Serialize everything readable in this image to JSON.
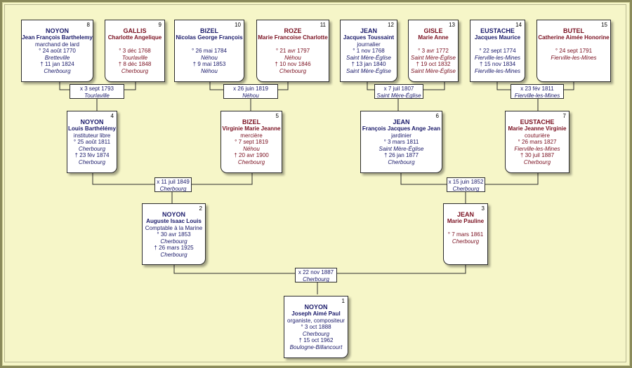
{
  "persons": {
    "p1": {
      "num": "1",
      "surname": "NOYON",
      "given": "Joseph Aimé Paul",
      "occ": "organiste, compositeur",
      "birth": "° 3 oct 1888",
      "bplace": "Cherbourg",
      "death": "† 15 oct 1962",
      "dplace": "Boulogne-Billancourt"
    },
    "p2": {
      "num": "2",
      "surname": "NOYON",
      "given": "Auguste Isaac Louis",
      "occ": "Comptable à la Marine",
      "birth": "° 30 avr 1853",
      "bplace": "Cherbourg",
      "death": "† 26 mars 1925",
      "dplace": "Cherbourg"
    },
    "p3": {
      "num": "3",
      "surname": "JEAN",
      "given": "Marie Pauline",
      "birth": "° 7 mars 1861",
      "bplace": "Cherbourg"
    },
    "p4": {
      "num": "4",
      "surname": "NOYON",
      "given": "Louis Barthélémy",
      "occ": "instituteur libre",
      "birth": "° 25 août 1811",
      "bplace": "Cherbourg",
      "death": "† 23 fév 1874",
      "dplace": "Cherbourg"
    },
    "p5": {
      "num": "5",
      "surname": "BIZEL",
      "given": "Virginie Marie Jeanne",
      "occ": "mercière",
      "birth": "° 7 sept 1819",
      "bplace": "Néhou",
      "death": "† 20 avr 1900",
      "dplace": "Cherbourg"
    },
    "p6": {
      "num": "6",
      "surname": "JEAN",
      "given": "François Jacques Ange Jean",
      "occ": "jardinier",
      "birth": "° 3 mars 1811",
      "bplace": "Saint Mère-Église",
      "death": "† 26 jan 1877",
      "dplace": "Cherbourg"
    },
    "p7": {
      "num": "7",
      "surname": "EUSTACHE",
      "given": "Marie Jeanne Virginie",
      "occ": "couturière",
      "birth": "° 26 mars 1827",
      "bplace": "Fierville-les-Mines",
      "death": "† 30 juil 1887",
      "dplace": "Cherbourg"
    },
    "p8": {
      "num": "8",
      "surname": "NOYON",
      "given": "Jean François Barthelemy",
      "occ": "marchand de lard",
      "birth": "° 24 août 1770",
      "bplace": "Bretteville",
      "death": "† 11 jan 1824",
      "dplace": "Cherbourg"
    },
    "p9": {
      "num": "9",
      "surname": "GALLIS",
      "given": "Charlotte Angelique",
      "birth": "° 3 déc 1768",
      "bplace": "Tourlaville",
      "death": "† 8 déc 1848",
      "dplace": "Cherbourg"
    },
    "p10": {
      "num": "10",
      "surname": "BIZEL",
      "given": "Nicolas George François",
      "birth": "° 26 mai 1784",
      "bplace": "Néhou",
      "death": "† 9 mai 1853",
      "dplace": "Néhou"
    },
    "p11": {
      "num": "11",
      "surname": "ROZE",
      "given": "Marie Francoise Charlotte",
      "birth": "° 21 avr 1797",
      "bplace": "Néhou",
      "death": "† 10 nov 1846",
      "dplace": "Cherbourg"
    },
    "p12": {
      "num": "12",
      "surname": "JEAN",
      "given": "Jacques Toussaint",
      "occ": "journalier",
      "birth": "° 1 nov 1768",
      "bplace": "Saint Mère-Église",
      "death": "† 13 jan 1840",
      "dplace": "Saint Mère-Église"
    },
    "p13": {
      "num": "13",
      "surname": "GISLE",
      "given": "Marie Anne",
      "birth": "° 3 avr 1772",
      "bplace": "Saint Mère-Église",
      "death": "† 19 oct 1832",
      "dplace": "Saint Mère-Église"
    },
    "p14": {
      "num": "14",
      "surname": "EUSTACHE",
      "given": "Jacques Maurice",
      "birth": "° 22 sept 1774",
      "bplace": "Fierville-les-Mines",
      "death": "† 15 nov 1834",
      "dplace": "Fierville-les-Mines"
    },
    "p15": {
      "num": "15",
      "surname": "BUTEL",
      "given": "Catherine Aimée Honorine",
      "birth": "° 24 sept 1791",
      "bplace": "Fierville-les-Mines"
    }
  },
  "marriages": {
    "m8": {
      "date": "x 3 sept 1793",
      "place": "Tourlaville"
    },
    "m10": {
      "date": "x 26 juin 1819",
      "place": "Néhou"
    },
    "m12": {
      "date": "x 7 juil 1807",
      "place": "Saint Mère-Église"
    },
    "m14": {
      "date": "x 23 fév 1811",
      "place": "Fierville-les-Mines"
    },
    "m4": {
      "date": "x 11 juil 1849",
      "place": "Cherbourg"
    },
    "m6": {
      "date": "x 15 juin 1852",
      "place": "Cherbourg"
    },
    "m2": {
      "date": "x 22 nov 1887",
      "place": "Cherbourg"
    }
  }
}
